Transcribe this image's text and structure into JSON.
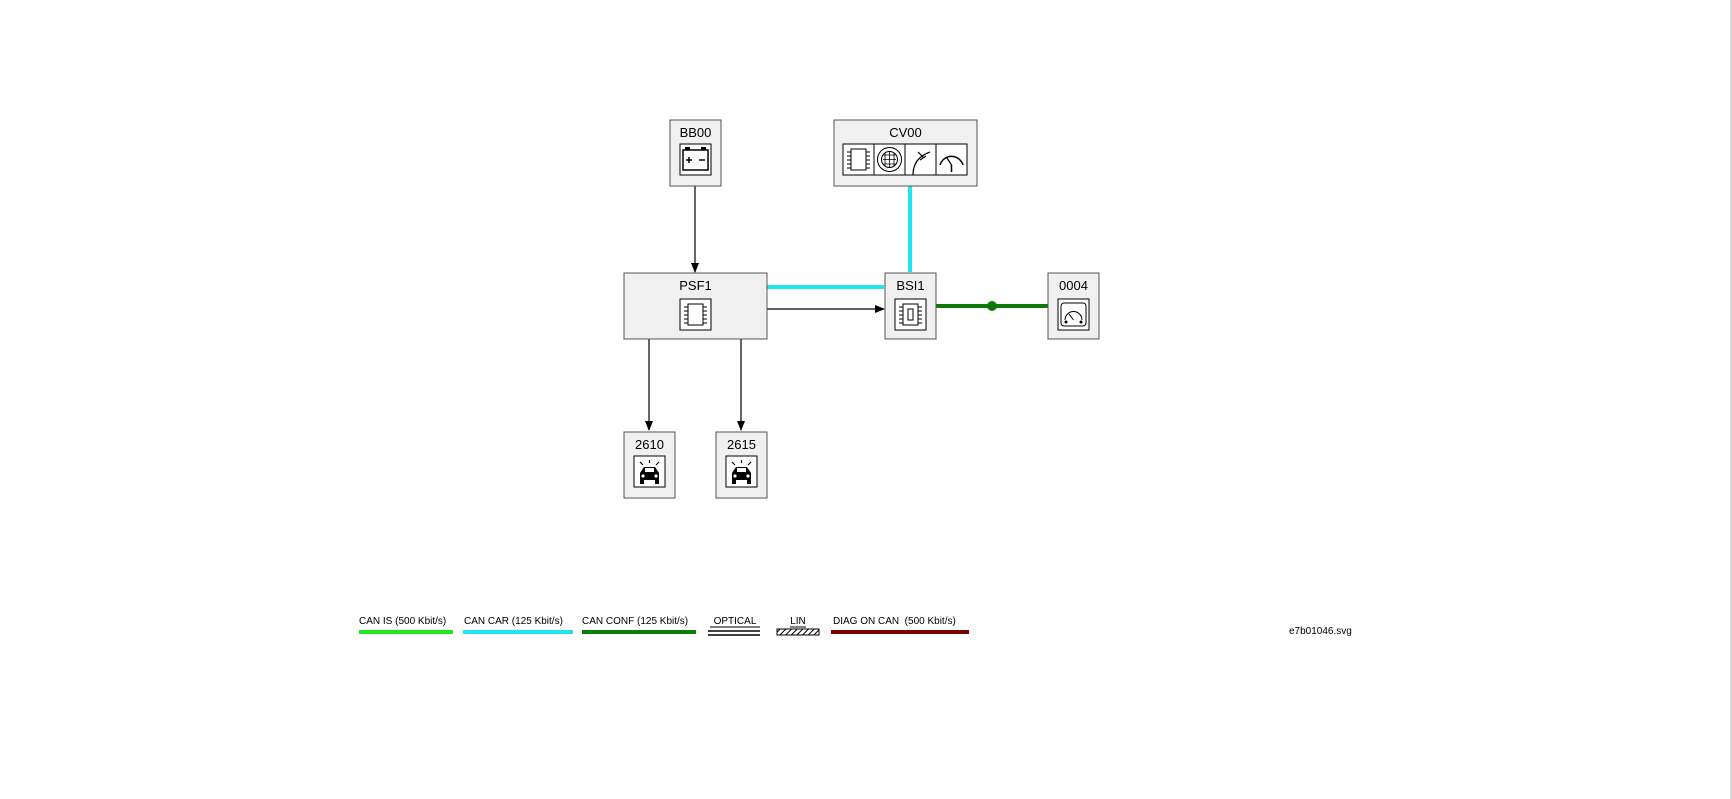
{
  "modules": [
    {
      "id": "BB00",
      "icon": "battery-icon"
    },
    {
      "id": "CV00",
      "icons": [
        "chip-icon",
        "connector-icon",
        "branch-icon",
        "gauge-icon"
      ]
    },
    {
      "id": "PSF1",
      "icon": "chip-icon"
    },
    {
      "id": "BSI1",
      "icon": "fuse-box-icon"
    },
    {
      "id": "0004",
      "icon": "instrument-panel-icon"
    },
    {
      "id": "2610",
      "icon": "headlamp-vehicle-icon"
    },
    {
      "id": "2615",
      "icon": "headlamp-vehicle-icon"
    }
  ],
  "connections": [
    {
      "from": "BB00",
      "to": "PSF1",
      "kind": "wire-arrow"
    },
    {
      "from": "CV00",
      "to": "BSI1",
      "kind": "CAN CAR"
    },
    {
      "from": "PSF1",
      "to": "BSI1",
      "kind": "CAN CAR"
    },
    {
      "from": "PSF1",
      "to": "BSI1",
      "kind": "wire-arrow"
    },
    {
      "from": "BSI1",
      "to": "0004",
      "kind": "CAN CONF"
    },
    {
      "from": "PSF1",
      "to": "2610",
      "kind": "wire-arrow"
    },
    {
      "from": "PSF1",
      "to": "2615",
      "kind": "wire-arrow"
    }
  ],
  "legend": [
    {
      "label": "CAN IS (500 Kbit/s)",
      "color": "#22e822",
      "style": "solid"
    },
    {
      "label": "CAN CAR (125 Kbit/s)",
      "color": "#22e5f0",
      "style": "solid"
    },
    {
      "label": "CAN CONF (125 Kbit/s)",
      "color": "#0a7a0a",
      "style": "solid"
    },
    {
      "label": "OPTICAL",
      "color": "#000000",
      "style": "double"
    },
    {
      "label": "LIN",
      "color": "#000000",
      "style": "hatched"
    },
    {
      "label": "DIAG ON CAN  (500 Kbit/s)",
      "color": "#7a0000",
      "style": "solid"
    }
  ],
  "filename": "e7b01046.svg"
}
